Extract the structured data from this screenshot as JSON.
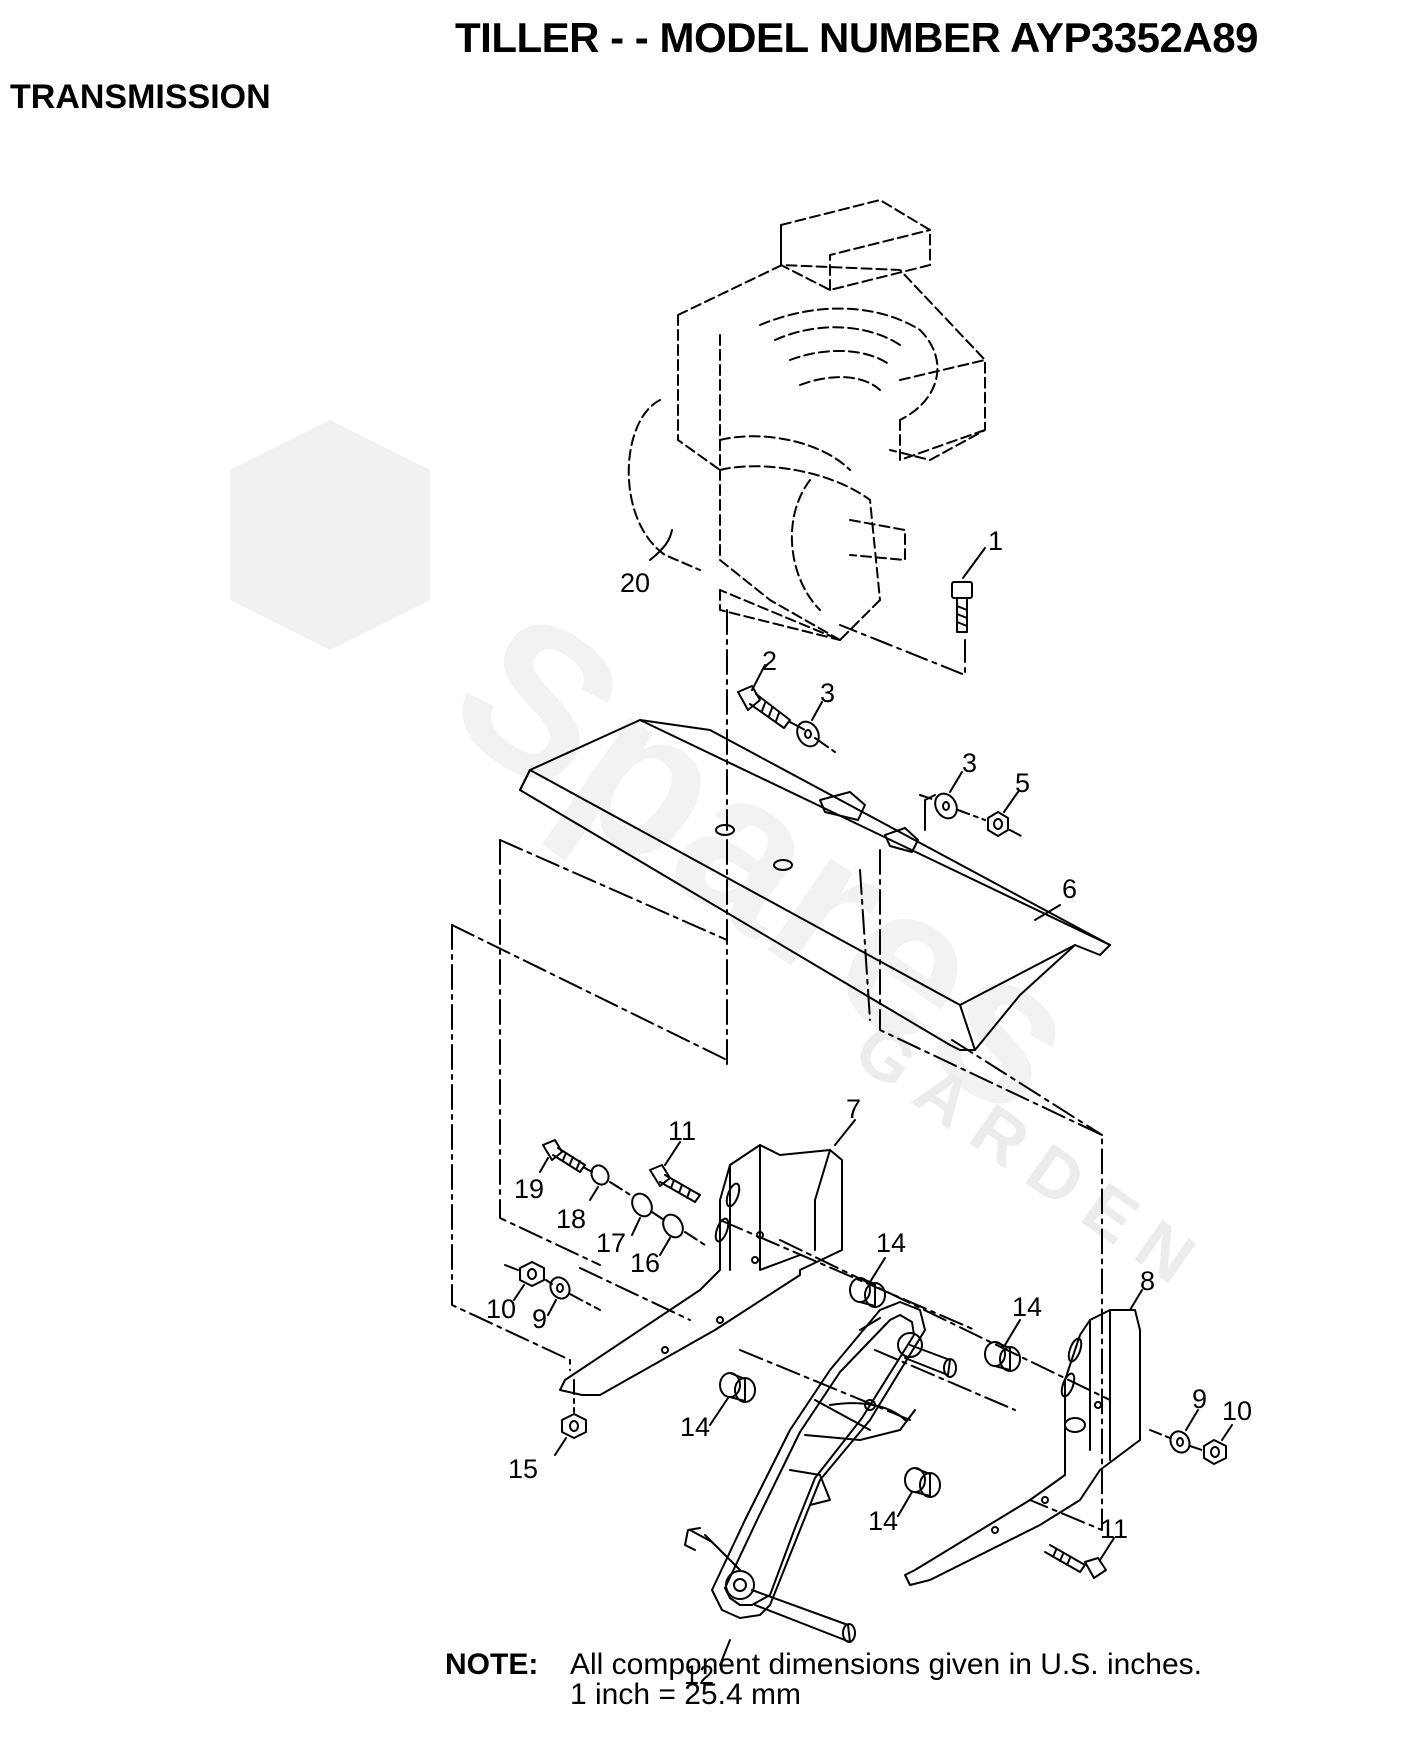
{
  "header": {
    "title": "TILLER - - MODEL NUMBER AYP3352A89",
    "section": "TRANSMISSION"
  },
  "note": {
    "label": "NOTE:",
    "line1": "All component dimensions given in U.S. inches.",
    "line2": "1 inch = 25.4 mm"
  },
  "watermark": {
    "brand": "Spares",
    "sub": "GARDEN"
  },
  "callouts": {
    "c1": "1",
    "c2": "2",
    "c3a": "3",
    "c3b": "3",
    "c5": "5",
    "c6": "6",
    "c7": "7",
    "c8": "8",
    "c9a": "9",
    "c9b": "9",
    "c10a": "10",
    "c10b": "10",
    "c11a": "11",
    "c11b": "11",
    "c12": "12",
    "c14a": "14",
    "c14b": "14",
    "c14c": "14",
    "c14d": "14",
    "c15": "15",
    "c16": "16",
    "c17": "17",
    "c18": "18",
    "c19": "19",
    "c20": "20"
  }
}
